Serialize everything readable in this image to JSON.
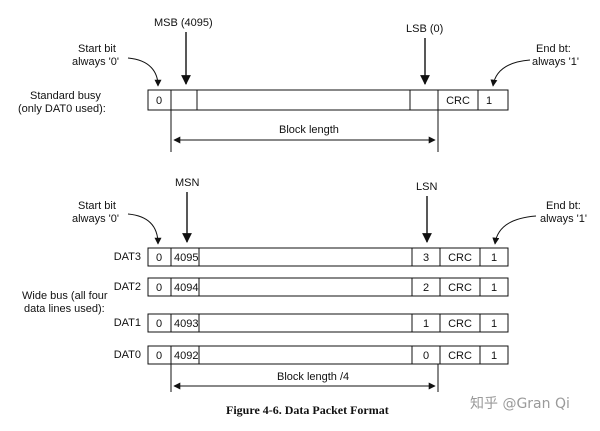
{
  "caption": "Figure 4-6.  Data Packet Format",
  "watermark": "知乎 @Gran Qi",
  "standard_bus": {
    "label_line1": "Standard busy",
    "label_line2": "(only DAT0 used):",
    "msb_label": "MSB (4095)",
    "lsb_label": "LSB (0)",
    "start_bit_line1": "Start bit",
    "start_bit_line2": "always '0'",
    "end_bit_line1": "End bt:",
    "end_bit_line2": "always '1'",
    "cells": {
      "start": "0",
      "crc": "CRC",
      "end": "1"
    },
    "block_length": "Block length"
  },
  "wide_bus": {
    "label_line1": "Wide bus (all four",
    "label_line2": "data lines used):",
    "msn_label": "MSN",
    "lsn_label": "LSN",
    "start_bit_line1": "Start bit",
    "start_bit_line2": "always '0'",
    "end_bit_line1": "End bt:",
    "end_bit_line2": "always '1'",
    "block_length": "Block length /4",
    "lines": [
      {
        "name": "DAT3",
        "start": "0",
        "first": "4095",
        "last": "3",
        "crc": "CRC",
        "end": "1"
      },
      {
        "name": "DAT2",
        "start": "0",
        "first": "4094",
        "last": "2",
        "crc": "CRC",
        "end": "1"
      },
      {
        "name": "DAT1",
        "start": "0",
        "first": "4093",
        "last": "1",
        "crc": "CRC",
        "end": "1"
      },
      {
        "name": "DAT0",
        "start": "0",
        "first": "4092",
        "last": "0",
        "crc": "CRC",
        "end": "1"
      }
    ]
  }
}
